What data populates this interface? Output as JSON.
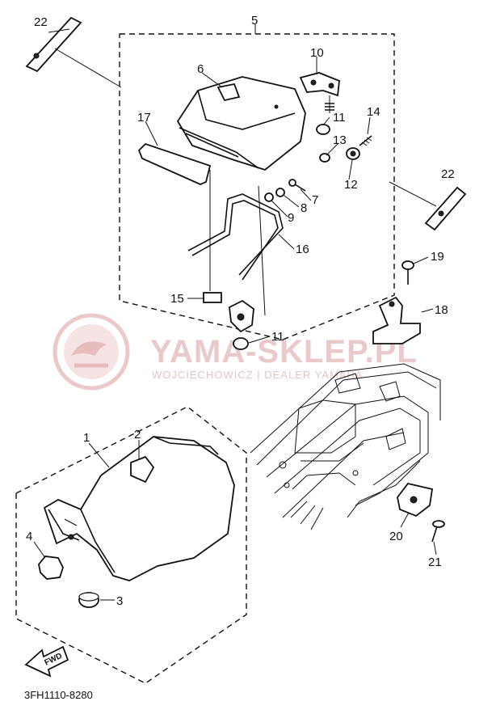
{
  "callouts": {
    "p1": "1",
    "p2": "2",
    "p3": "3",
    "p4": "4",
    "p5": "5",
    "p6": "6",
    "p7": "7",
    "p8": "8",
    "p9": "9",
    "p10": "10",
    "p11a": "11",
    "p11b": "11",
    "p12": "12",
    "p13": "13",
    "p14": "14",
    "p15": "15",
    "p16": "16",
    "p17": "17",
    "p18": "18",
    "p19": "19",
    "p20": "20",
    "p21": "21",
    "p22a": "22",
    "p22b": "22"
  },
  "diagram_code": "3FH1110-8280",
  "fwd_label": "FWD",
  "watermark": {
    "brand": "YAMA-SKLEP.PL",
    "tagline": "WOJCIECHOWICZ | DEALER YAMAHA",
    "color": "#e9c9c9"
  }
}
